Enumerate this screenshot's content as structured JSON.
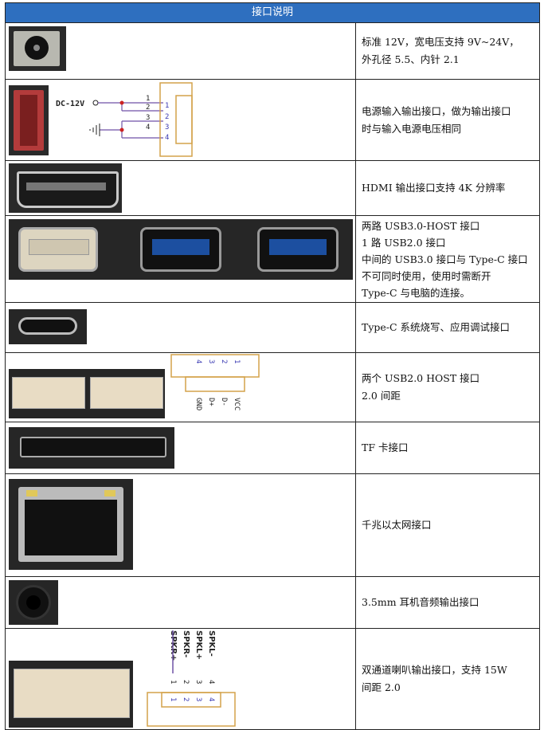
{
  "header": {
    "title": "接口说明"
  },
  "rows": [
    {
      "lines": [
        "标准 12V，宽电压支持 9V~24V，",
        "外孔径 5.5、内针 2.1"
      ]
    },
    {
      "lines": [
        "电源输入输出接口，做为输出接口",
        "时与输入电源电压相同"
      ]
    },
    {
      "lines": [
        "HDMI 输出接口支持 4K 分辨率"
      ]
    },
    {
      "lines": [
        "两路 USB3.0-HOST 接口",
        "1 路 USB2.0 接口",
        "中间的 USB3.0 接口与 Type-C 接口",
        "不可同时使用，使用时需断开",
        "Type-C 与电脑的连接。"
      ]
    },
    {
      "lines": [
        "Type-C 系统烧写、应用调试接口"
      ]
    },
    {
      "lines": [
        "两个 USB2.0 HOST 接口",
        "2.0 间距"
      ]
    },
    {
      "lines": [
        "TF 卡接口"
      ]
    },
    {
      "lines": [
        "千兆以太网接口"
      ]
    },
    {
      "lines": [
        "3.5mm 耳机音频输出接口"
      ]
    },
    {
      "lines": [
        "双通道喇叭输出接口，支持 15W",
        "间距 2.0"
      ]
    }
  ],
  "diagrams": {
    "power": {
      "label": "DC-12V",
      "pins": [
        "1",
        "2",
        "3",
        "4"
      ]
    },
    "usb2": {
      "pins": [
        "1",
        "2",
        "3",
        "4"
      ],
      "signals": [
        "VCC",
        "D-",
        "D+",
        "GND"
      ]
    },
    "speaker": {
      "pins": [
        "1",
        "2",
        "3",
        "4"
      ],
      "signals": [
        "SPKR+",
        "SPKR-",
        "SPKL+",
        "SPKL-"
      ]
    }
  },
  "colors": {
    "header_bg": "#2e6fbf",
    "connector_frame": "#d4a24a",
    "wire": "#6f52a6",
    "junction": "#cc2222"
  }
}
